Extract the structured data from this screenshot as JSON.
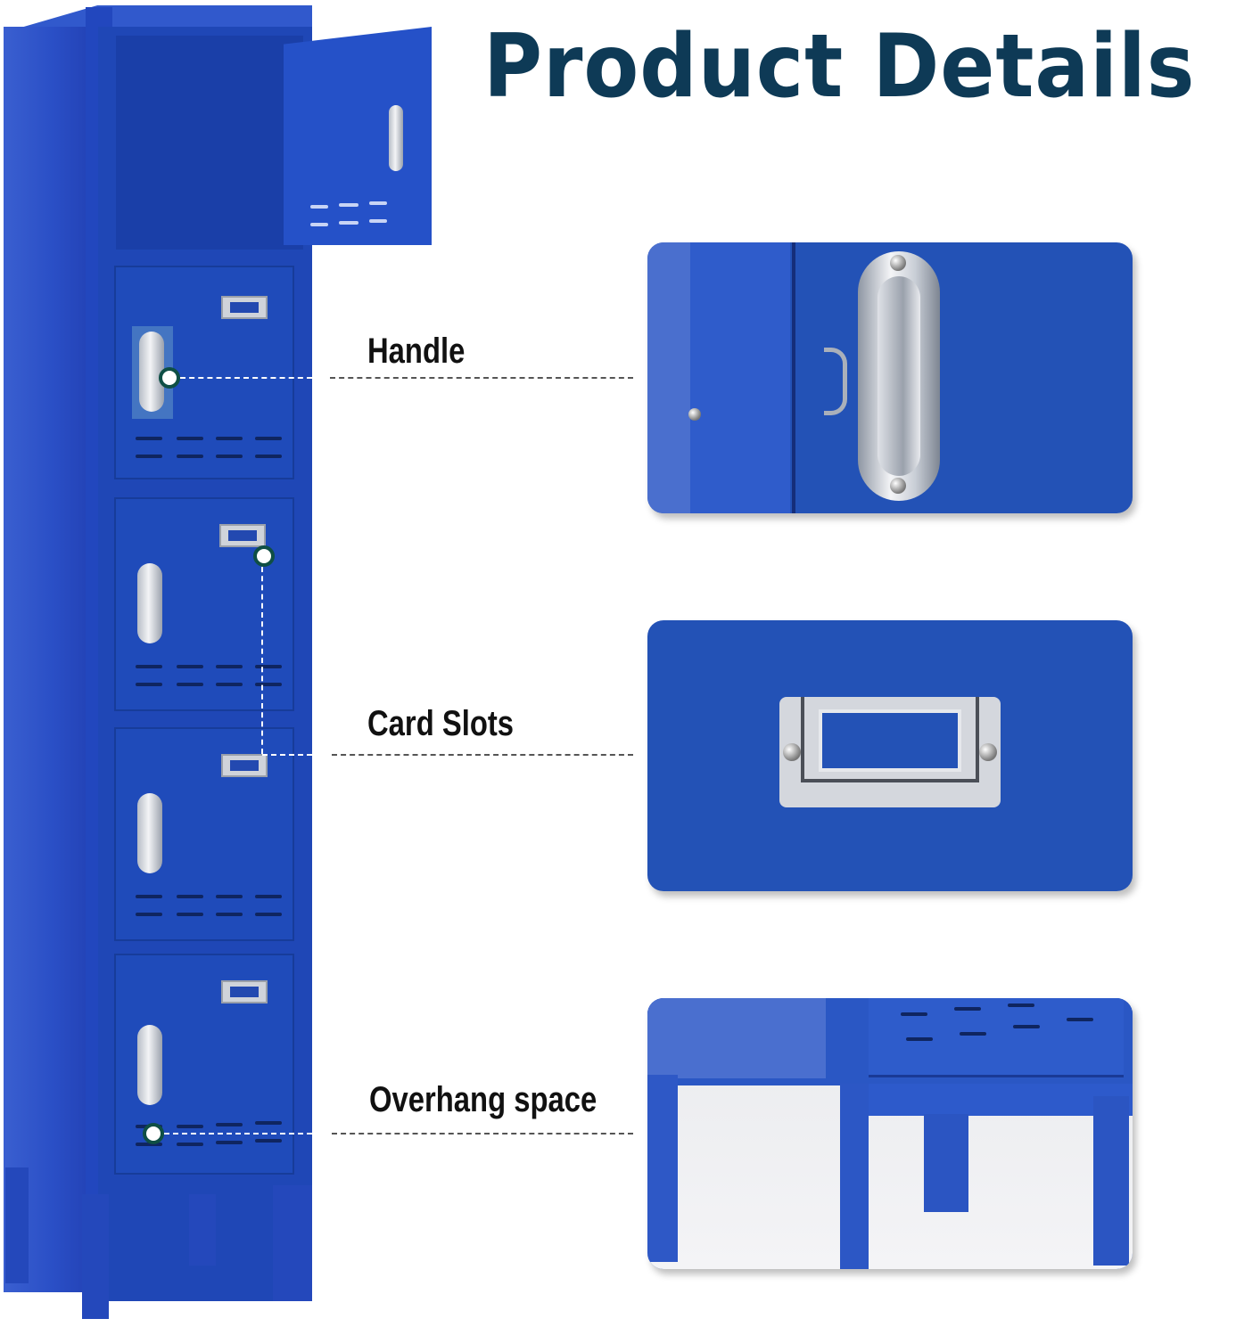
{
  "header": {
    "title": "Product Details"
  },
  "product": {
    "name": "metal-locker",
    "color": "#1f47b6",
    "compartments": 5
  },
  "callouts": [
    {
      "label": "Handle",
      "detail": "handle-closeup"
    },
    {
      "label": "Card Slots",
      "detail": "card-slot-closeup"
    },
    {
      "label": "Overhang space",
      "detail": "leg-overhang-closeup"
    }
  ],
  "colors": {
    "title": "#0e3a56",
    "locker_blue": "#1f47b6",
    "marker_ring": "#0f4f45"
  }
}
